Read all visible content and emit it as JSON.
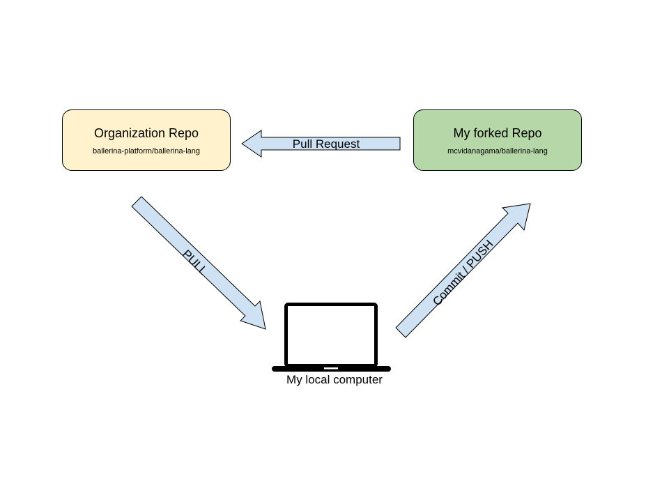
{
  "colors": {
    "org_repo_fill": "#fff2cc",
    "fork_repo_fill": "#b6d7a8",
    "arrow_fill": "#cfe2f3",
    "outline": "#000000"
  },
  "org_repo": {
    "title": "Organization Repo",
    "path": "ballerina-platform/ballerina-lang"
  },
  "fork_repo": {
    "title": "My forked Repo",
    "path": "mcvidanagama/ballerina-lang"
  },
  "arrows": {
    "pull_request_label": "Pull Request",
    "pull_label": "PULL",
    "commit_push_label": "Commit / PUSH"
  },
  "computer": {
    "icon": "laptop-icon",
    "label": "My local computer"
  }
}
